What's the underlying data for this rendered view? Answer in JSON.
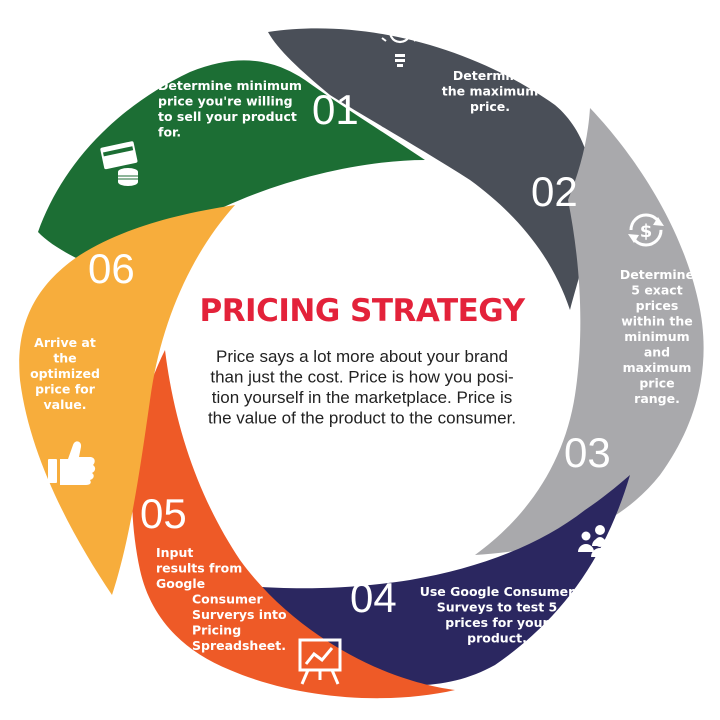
{
  "title": "PRICING STRATEGY",
  "description": [
    "Price says a lot more about your brand",
    "than just the cost. Price is how you posi-",
    "tion yourself in the marketplace. Price is",
    "the value of the product to the consumer."
  ],
  "steps": [
    {
      "number": "01",
      "color": "#1c6e34",
      "icon": "credit-card-coins-icon",
      "lines": [
        "Determine minimum",
        "price you're willing",
        "to sell your product",
        "for."
      ]
    },
    {
      "number": "02",
      "color": "#4a4f58",
      "icon": "lightbulb-icon",
      "lines": [
        "Determine",
        "the maximum",
        "price."
      ]
    },
    {
      "number": "03",
      "color": "#a9a9ac",
      "icon": "dollar-cycle-icon",
      "lines": [
        "Determine",
        "5 exact",
        "prices",
        "within the",
        "minimum",
        "and",
        "maximum",
        "price",
        "range."
      ]
    },
    {
      "number": "04",
      "color": "#2b2760",
      "icon": "people-group-icon",
      "lines": [
        "Use Google Consumer",
        "Surveys to test 5",
        "prices for your",
        "product."
      ]
    },
    {
      "number": "05",
      "color": "#ee5a27",
      "icon": "chart-board-icon",
      "lines": [
        "Input",
        "results from",
        "Google",
        "Consumer",
        "Surverys into",
        "Pricing",
        "Spreadsheet."
      ]
    },
    {
      "number": "06",
      "color": "#f7ad3c",
      "icon": "thumbs-up-icon",
      "lines": [
        "Arrive at",
        "the",
        "optimized",
        "price for",
        "value."
      ]
    }
  ]
}
